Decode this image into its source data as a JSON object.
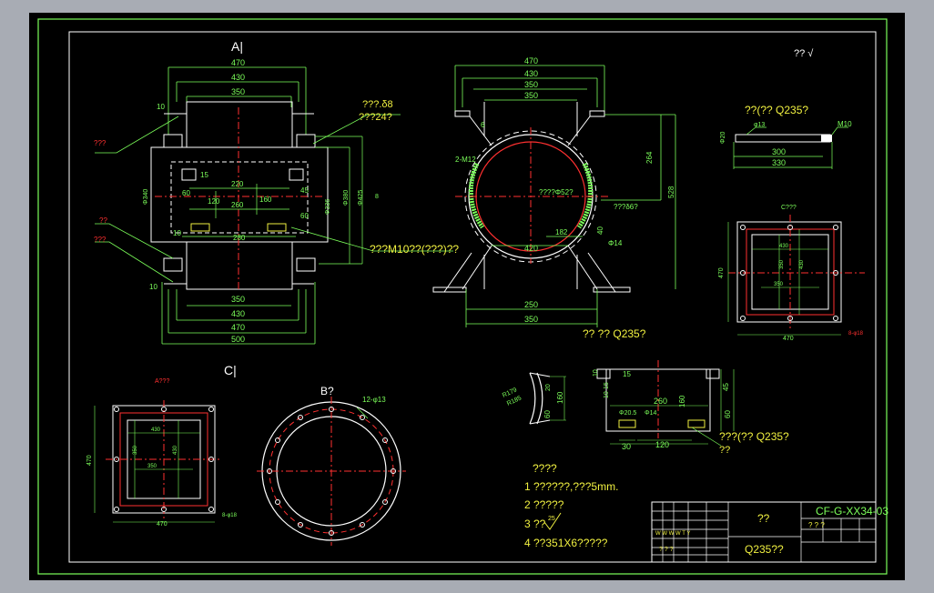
{
  "views": {
    "a": "A|",
    "c": "C|",
    "b": "B?"
  },
  "roughness_top": "?? √",
  "part_rod": "??(?? Q235?",
  "part_body": "?? ?? Q235?",
  "part_pipe": "???(?? Q235?",
  "front_labels": {
    "d470t": "470",
    "d430t": "430",
    "d350t": "350",
    "d350b": "350",
    "d430b": "430",
    "d470b": "470",
    "d500b": "500",
    "d220": "220",
    "d260": "260",
    "d280": "280",
    "d120": "120",
    "d160": "160",
    "d10a": "10",
    "d10b": "10",
    "d10c": "10",
    "d15": "15",
    "d60": "60",
    "d45": "45",
    "d60b": "60",
    "phi340": "Φ340",
    "phi336": "Φ336",
    "phi380": "Φ380",
    "phi425": "Φ425",
    "r8": "8",
    "note1": "???.δ8",
    "note2": "???24?",
    "note3": "???M10??(???)??",
    "red1": "???",
    "red2": "??",
    "red3": "???"
  },
  "side_labels": {
    "s470": "470",
    "s430": "430",
    "s350": "350",
    "s350b": "350",
    "s420": "420",
    "s250": "250",
    "s350c": "350",
    "s182": "182",
    "s264": "264",
    "s528": "528",
    "s6": "6",
    "s2m12": "2-M12",
    "s_inner": "????Φ52?",
    "s_pipe": "???δ6?",
    "s_phi14": "Φ14",
    "s40": "40"
  },
  "rod_labels": {
    "phi13": "φ13",
    "m10": "M10",
    "phi20": "Φ20",
    "d300": "300",
    "d330": "330"
  },
  "plate_labels": {
    "title": "C???",
    "w470": "470",
    "w430": "430",
    "w350": "350",
    "h470": "470",
    "h430": "430",
    "h350": "350",
    "holes": "8-φ18"
  },
  "bplate_labels": {
    "title": "A???",
    "w470": "470",
    "w430": "430",
    "w350": "350",
    "h470": "470",
    "h430": "430",
    "h350": "350",
    "holes": "8-φ18"
  },
  "flange_labels": {
    "holes": "12-φ13"
  },
  "arc_labels": {
    "r179": "R179",
    "r185": "R185",
    "d160": "160",
    "d60": "60",
    "d20": "20"
  },
  "clamp_labels": {
    "d260": "260",
    "d120": "120",
    "d30": "30",
    "d160": "160",
    "d15": "15",
    "d45": "45",
    "d60": "60",
    "phi205": "Φ20.5",
    "phi14": "Φ14",
    "d10": "10",
    "d15b": "15",
    "d10b": "10",
    "sub": "??"
  },
  "notes": {
    "title": "????",
    "n1": "1 ??????,???5mm.",
    "n2": "2 ?????",
    "n3": "3 ??",
    "n3sym": "25",
    "n4": "4 ??351X6?????"
  },
  "title_block": {
    "drawing_no": "CF-G-XX34-03",
    "name": "??",
    "material": "Q235??",
    "grid": "? ? ?",
    "small1": "W W   W W   T   Y",
    "small2": "? ? ?"
  }
}
